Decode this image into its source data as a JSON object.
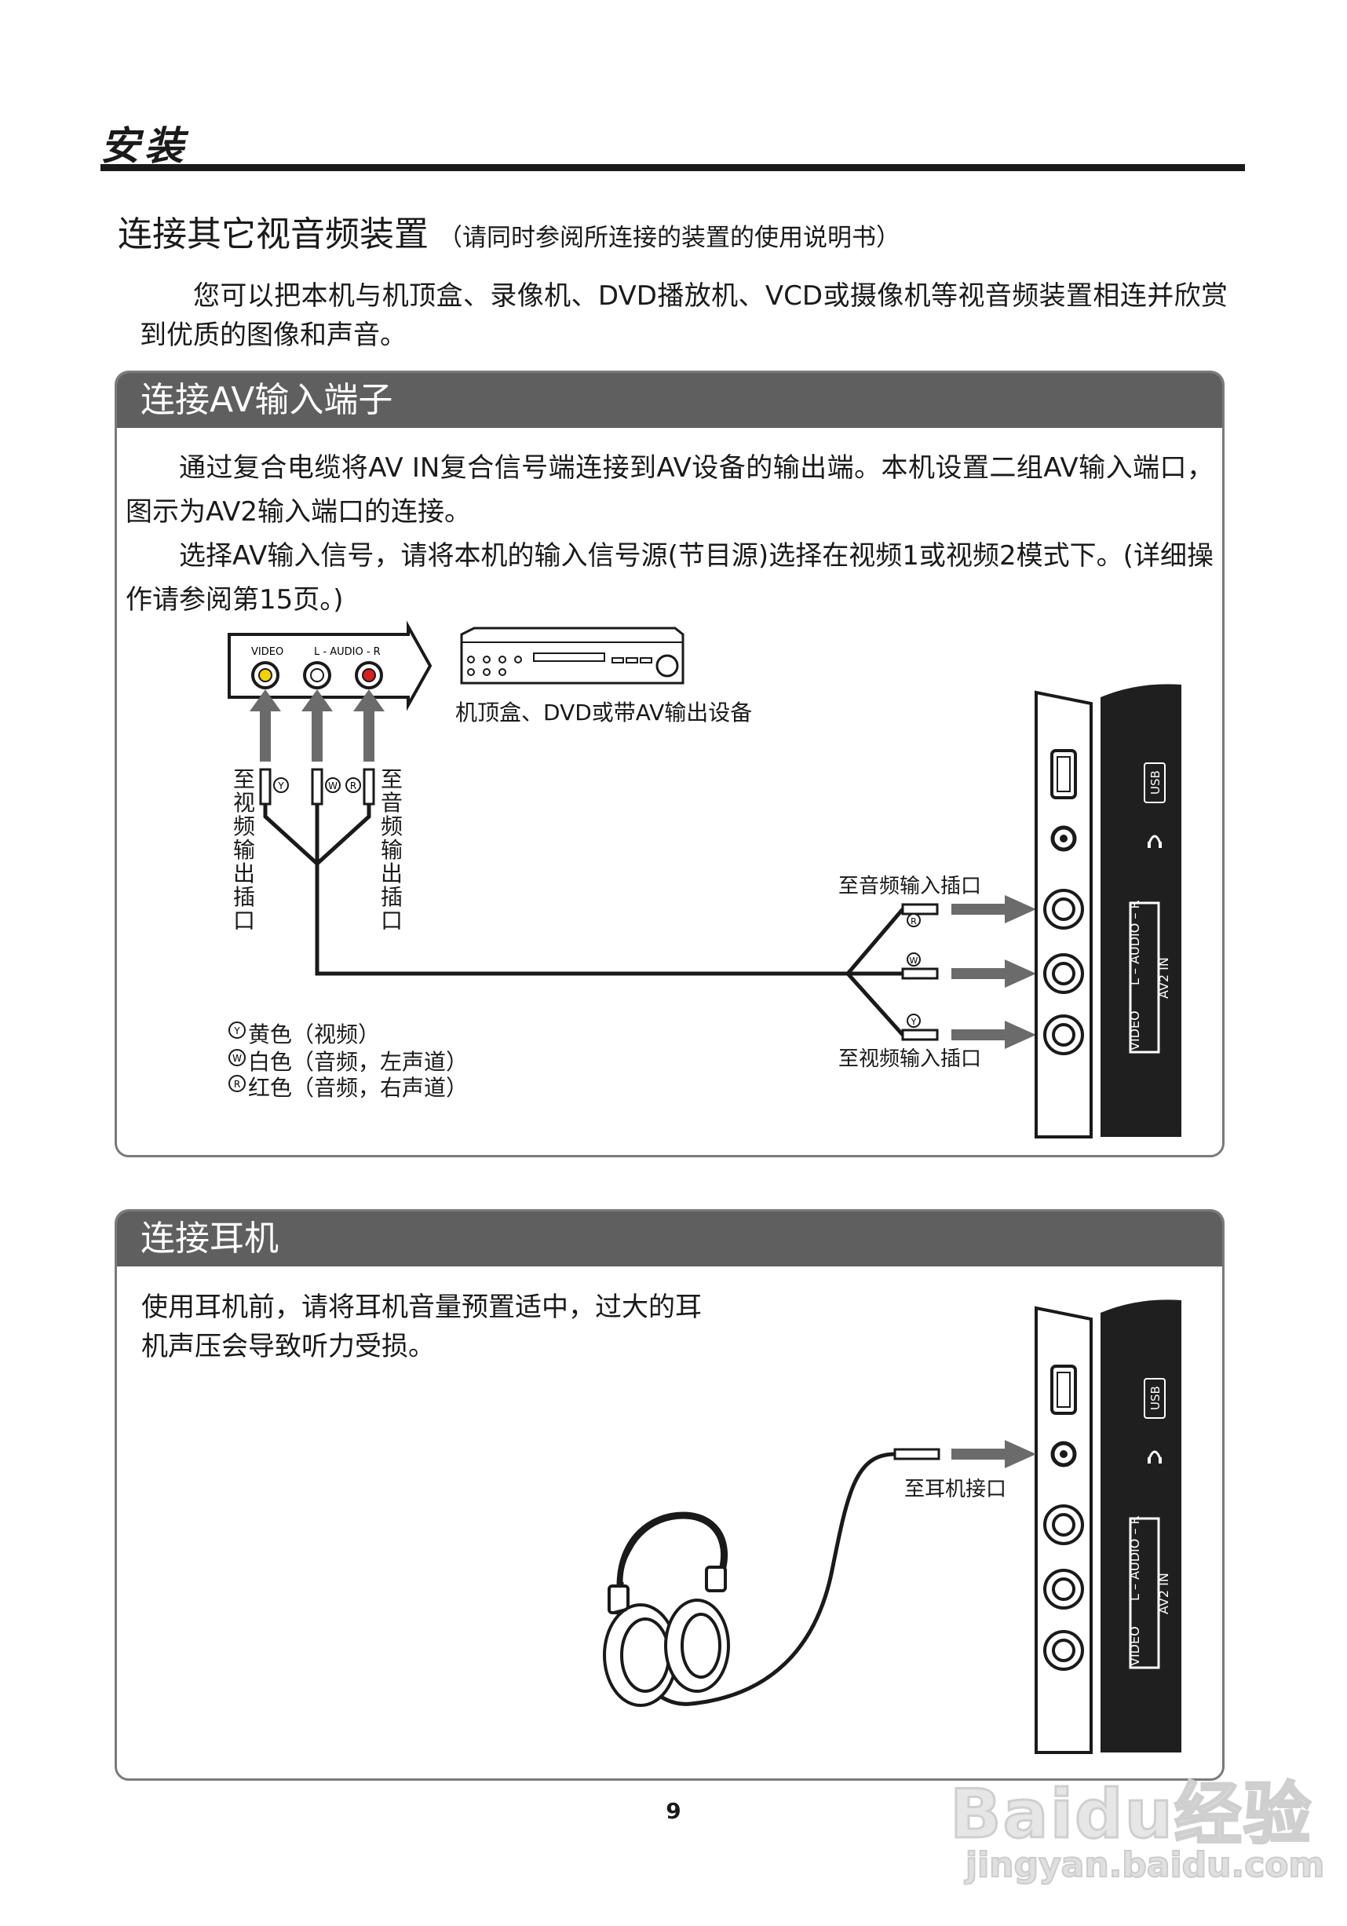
{
  "header": {
    "title": "安装"
  },
  "section": {
    "title": "连接其它视音频装置",
    "subtitle": "（请同时参阅所连接的装置的使用说明书）",
    "intro": "您可以把本机与机顶盒、录像机、DVD播放机、VCD或摄像机等视音频装置相连并欣赏到优质的图像和声音。"
  },
  "av_box": {
    "title": "连接AV输入端子",
    "para1": "通过复合电缆将AV IN复合信号端连接到AV设备的输出端。本机设置二组AV输入端口，图示为AV2输入端口的连接。",
    "para2": "选择AV输入信号，请将本机的输入信号源(节目源)选择在视频1或视频2模式下。(详细操作请参阅第15页。)",
    "device_label": "机顶盒、DVD或带AV输出设备",
    "jack_panel": {
      "video": "VIDEO",
      "audio": "L - AUDIO - R"
    },
    "to_video_out": "至视频输出插口",
    "to_audio_out": "至音频输出插口",
    "to_audio_in": "至音频输入插口",
    "to_video_in": "至视频输入插口",
    "legend": [
      {
        "mark": "Y",
        "text": "黄色（视频）"
      },
      {
        "mark": "W",
        "text": "白色（音频，左声道）"
      },
      {
        "mark": "R",
        "text": "红色（音频，右声道）"
      }
    ],
    "plug_marks": {
      "yellow": "Y",
      "white": "W",
      "red": "R"
    },
    "tv_panel": {
      "usb": "USB",
      "audio_lr": "L – AUDIO – R",
      "av2in": "AV2 IN",
      "video": "VIDEO"
    }
  },
  "headphone_box": {
    "title": "连接耳机",
    "text": "使用耳机前，请将耳机音量预置适中，过大的耳机声压会导致听力受损。",
    "to_headphone": "至耳机接口",
    "tv_panel": {
      "usb": "USB",
      "audio_lr": "L – AUDIO – R",
      "av2in": "AV2 IN",
      "video": "VIDEO"
    }
  },
  "page_number": "9",
  "watermark": {
    "brand": "Baidu经验",
    "url": "jingyan.baidu.com"
  },
  "colors": {
    "panel_dark": "#1f1f1f",
    "box_header": "#5f5f5f",
    "arrow": "#6b6b6b",
    "yellow_jack": "#f2d200",
    "red_jack": "#d81e1e"
  }
}
